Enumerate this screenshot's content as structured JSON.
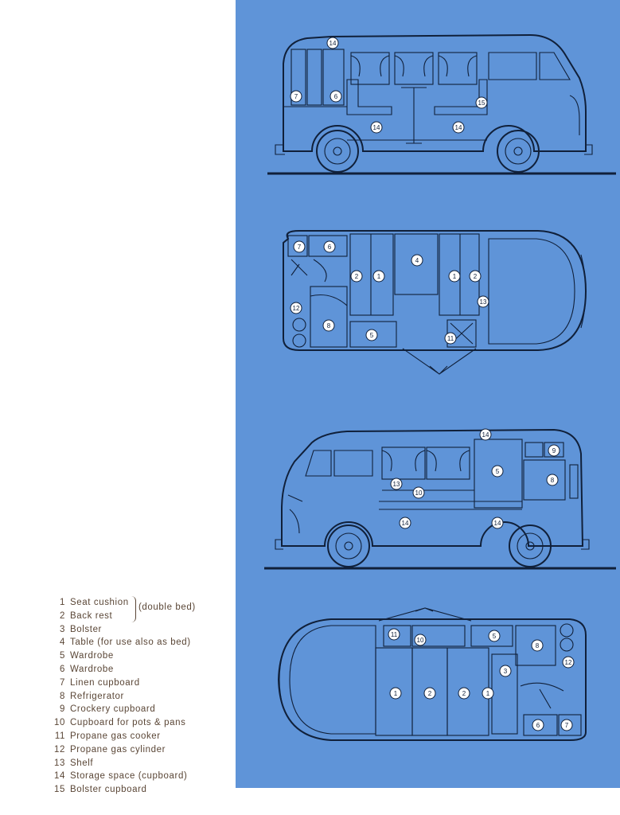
{
  "legend": {
    "bed_note": "(double bed)",
    "items": [
      {
        "num": "1",
        "label": "Seat cushion"
      },
      {
        "num": "2",
        "label": "Back rest"
      },
      {
        "num": "3",
        "label": "Bolster"
      },
      {
        "num": "4",
        "label": "Table (for use also as bed)"
      },
      {
        "num": "5",
        "label": "Wardrobe"
      },
      {
        "num": "6",
        "label": "Wardrobe"
      },
      {
        "num": "7",
        "label": "Linen cupboard"
      },
      {
        "num": "8",
        "label": "Refrigerator"
      },
      {
        "num": "9",
        "label": "Crockery cupboard"
      },
      {
        "num": "10",
        "label": "Cupboard for pots & pans"
      },
      {
        "num": "11",
        "label": "Propane gas cooker"
      },
      {
        "num": "12",
        "label": "Propane gas cylinder"
      },
      {
        "num": "13",
        "label": "Shelf"
      },
      {
        "num": "14",
        "label": "Storage space (cupboard)"
      },
      {
        "num": "15",
        "label": "Bolster cupboard"
      }
    ]
  },
  "markers": {
    "view1": [
      "14",
      "7",
      "6",
      "14",
      "14",
      "15"
    ],
    "view2": [
      "7",
      "6",
      "4",
      "2",
      "1",
      "1",
      "2",
      "13",
      "12",
      "8",
      "5",
      "11"
    ],
    "view3": [
      "14",
      "9",
      "5",
      "8",
      "13",
      "10",
      "14",
      "14"
    ],
    "view4": [
      "11",
      "10",
      "5",
      "8",
      "12",
      "3",
      "1",
      "2",
      "2",
      "1",
      "6",
      "7"
    ]
  },
  "colors": {
    "panel": "#5f94d8",
    "ink": "#10203a",
    "legend_text": "#5a4636"
  }
}
